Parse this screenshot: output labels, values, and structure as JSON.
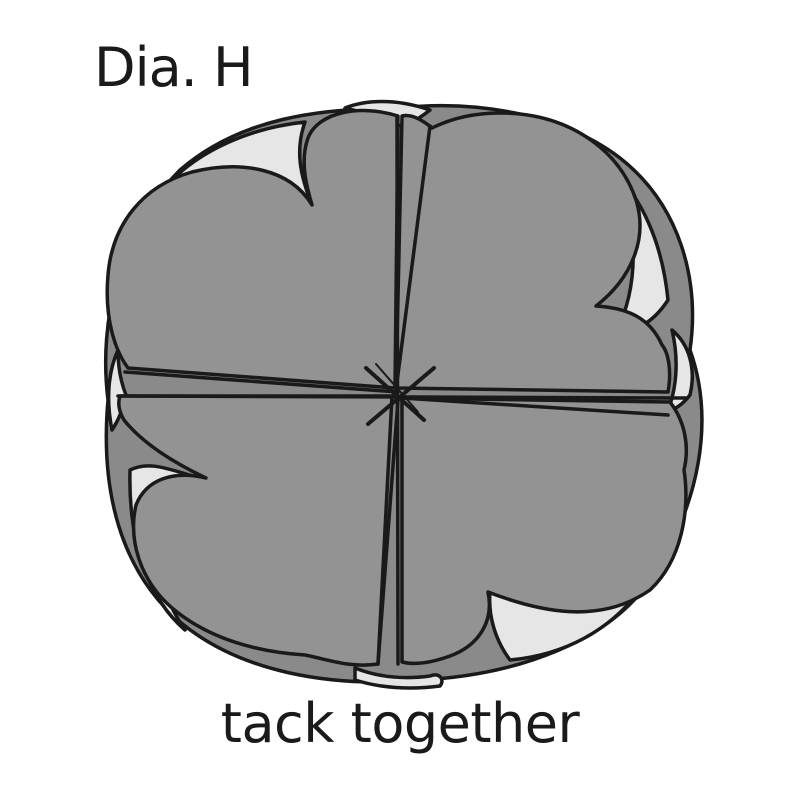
{
  "diagram": {
    "title": "Dia. H",
    "caption": "tack together"
  },
  "colors": {
    "petal_fill": "#939393",
    "back_fabric": "#8a8a8a",
    "lining": "#e6e6e6",
    "outline": "#1a1a1a",
    "background": "#ffffff"
  },
  "illustration": {
    "name": "four folded fabric petals tacked at the center",
    "center_mark": "x-stitch"
  }
}
